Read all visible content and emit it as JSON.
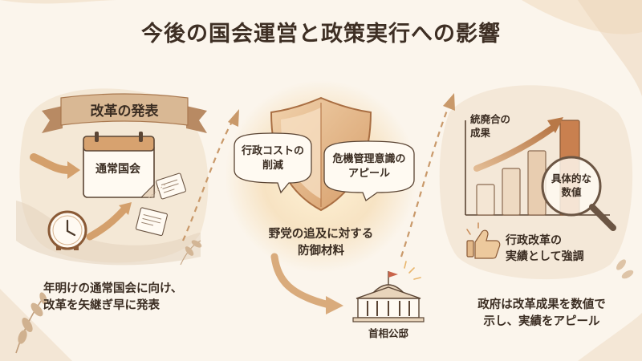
{
  "title": "今後の国会運営と政策実行への影響",
  "left_panel": {
    "banner": "改革の発表",
    "calendar_label": "通常国会",
    "caption_lines": [
      "年明けの通常国会に向け、",
      "改革を矢継ぎ早に発表"
    ]
  },
  "center_panel": {
    "bubble_left_lines": [
      "行政コストの",
      "削減"
    ],
    "bubble_right_lines": [
      "危機管理意識の",
      "アピール"
    ],
    "caption_lines": [
      "野党の追及に対する",
      "防御材料"
    ],
    "building_label": "首相公邸"
  },
  "right_panel": {
    "chart_label_lines": [
      "統廃合の",
      "成果"
    ],
    "magnifier_label_lines": [
      "具体的な",
      "数値"
    ],
    "thumb_caption_lines": [
      "行政改革の",
      "実績として強調"
    ],
    "caption_lines": [
      "政府は改革成果を数値で",
      "示し、実績をアピール"
    ]
  },
  "icons": {
    "calendar": "calendar-icon",
    "clock": "clock-icon",
    "documents": "flying-documents-icon",
    "shield": "shield-icon",
    "building": "government-building-icon",
    "bar_chart": "bar-chart-icon",
    "magnifier": "magnifying-glass-icon",
    "thumb": "thumbs-up-icon"
  },
  "colors": {
    "background": "#fbf5ec",
    "accent": "#c98a55",
    "accent_dark": "#8a5a36",
    "text": "#3b2d22"
  }
}
